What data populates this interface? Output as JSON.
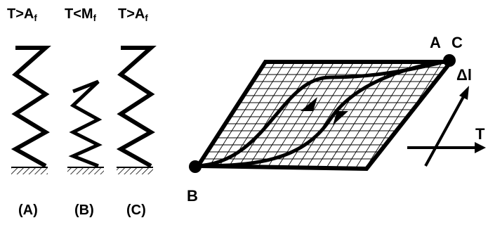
{
  "springs": [
    {
      "condition_main": "T>A",
      "condition_sub": "f",
      "caption": "(A)"
    },
    {
      "condition_main": "T<M",
      "condition_sub": "f",
      "caption": "(B)"
    },
    {
      "condition_main": "T>A",
      "condition_sub": "f",
      "caption": "(C)"
    }
  ],
  "hysteresis": {
    "point_a": "A",
    "point_b": "B",
    "point_c": "C",
    "axis_length_label": "Δl",
    "axis_temperature_label": "T"
  },
  "colors": {
    "ink": "#000000",
    "background": "#ffffff"
  }
}
